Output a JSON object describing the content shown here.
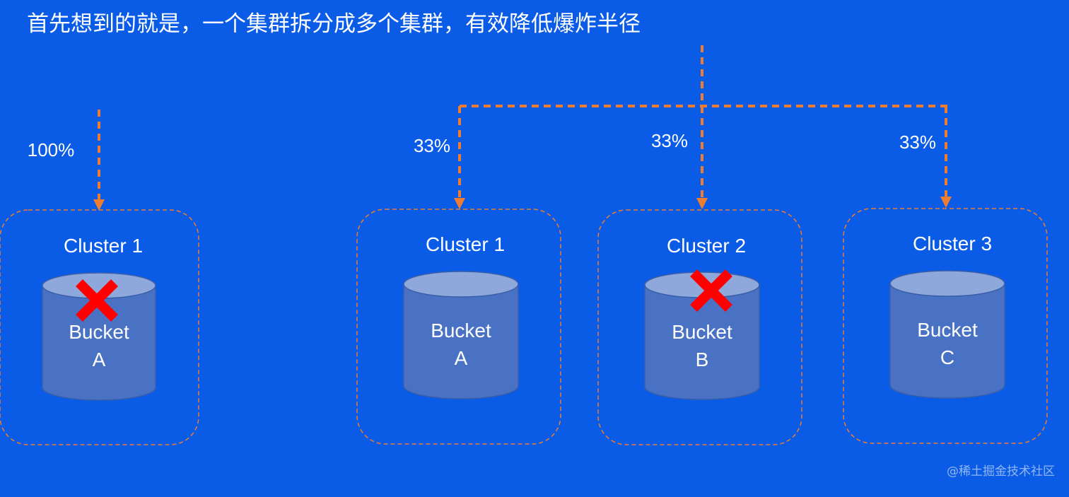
{
  "title": "首先想到的就是，一个集群拆分成多个集群，有效降低爆炸半径",
  "watermark": "@稀土掘金技术社区",
  "colors": {
    "background": "#0a5ce6",
    "arrow": "#ee7d31",
    "cluster_border": "#ee7d31",
    "cylinder_body": "#4a72c4",
    "cylinder_top": "#8ea8db",
    "failure_mark": "#ff0000",
    "text": "#ffffff"
  },
  "left_group": {
    "traffic_label": "100%",
    "cluster": {
      "label": "Cluster 1",
      "bucket_line1": "Bucket",
      "bucket_line2": "A",
      "failed": true
    }
  },
  "right_group": {
    "traffic_labels": [
      "33%",
      "33%",
      "33%"
    ],
    "clusters": [
      {
        "label": "Cluster 1",
        "bucket_line1": "Bucket",
        "bucket_line2": "A",
        "failed": false
      },
      {
        "label": "Cluster 2",
        "bucket_line1": "Bucket",
        "bucket_line2": "B",
        "failed": true
      },
      {
        "label": "Cluster 3",
        "bucket_line1": "Bucket",
        "bucket_line2": "C",
        "failed": false
      }
    ]
  }
}
